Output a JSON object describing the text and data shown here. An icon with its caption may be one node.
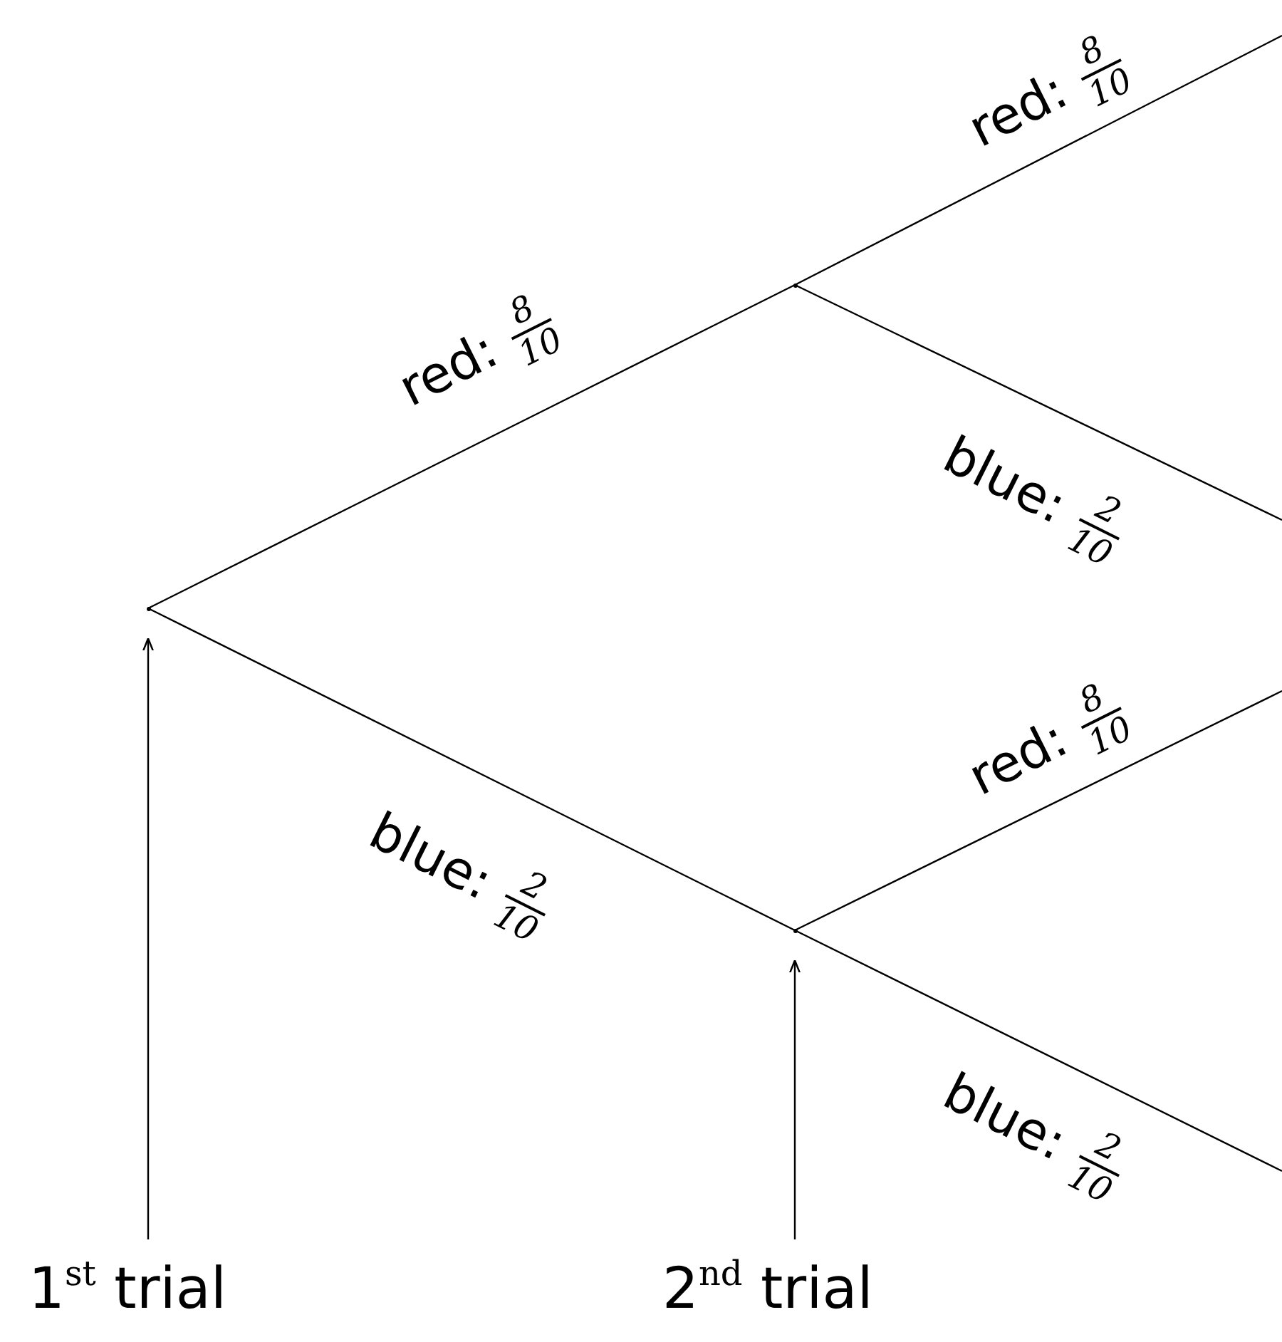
{
  "diagram": {
    "nodes": [
      {
        "text": [],
        "shape": "point"
      },
      {
        "text": [],
        "shape": "point"
      },
      {
        "text": [],
        "shape": "point"
      },
      {
        "text": [
          "1$^{st}$ trial"
        ]
      },
      {
        "text": [
          "2$^{nd}$ trial"
        ]
      }
    ],
    "edges": [
      {
        "from": 0,
        "to": 1,
        "arrow": "none",
        "label": "red: 8/10"
      },
      {
        "from": 0,
        "to": 2,
        "arrow": "none",
        "label": "blue: 2/10"
      },
      {
        "from": 1,
        "to": null,
        "arrow": "none",
        "label": "red: 8/10"
      },
      {
        "from": 1,
        "to": null,
        "arrow": "none",
        "label": "blue: 2/10"
      },
      {
        "from": 2,
        "to": null,
        "arrow": "none",
        "label": "red: 8/10"
      },
      {
        "from": 2,
        "to": null,
        "arrow": "none",
        "label": "blue: 2/10"
      },
      {
        "from": 3,
        "to": 0,
        "arrow": "to"
      },
      {
        "from": 4,
        "to": 2,
        "arrow": "to"
      }
    ]
  }
}
